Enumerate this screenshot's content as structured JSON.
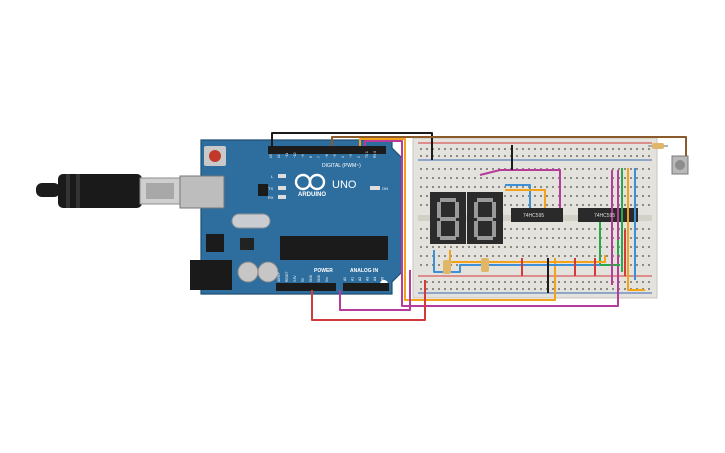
{
  "arduino": {
    "logo_text": "ARDUINO",
    "model": "UNO",
    "label_digital": "DIGITAL (PWM~)",
    "label_power": "POWER",
    "label_analog": "ANALOG IN",
    "label_on": "ON",
    "label_l": "L",
    "label_tx": "TX",
    "label_rx": "RX",
    "digital_pins": [
      "13",
      "12",
      "~11",
      "~10",
      "~9",
      "8",
      "7",
      "~6",
      "~5",
      "4",
      "~3",
      "2",
      "TX 1",
      "RX 0"
    ],
    "analog_pins": [
      "A0",
      "A1",
      "A2",
      "A3",
      "A4",
      "A5"
    ],
    "power_pins": [
      "IOREF",
      "RESET",
      "3.3V",
      "5V",
      "GND",
      "GND",
      "Vin"
    ]
  },
  "chips": [
    {
      "label": "74HC595"
    },
    {
      "label": "74HC595"
    }
  ],
  "colors": {
    "board": "#2e6e9e",
    "breadboard": "#e4e2dc",
    "rail_red": "#d23b3b",
    "rail_blue": "#3b68b8"
  }
}
